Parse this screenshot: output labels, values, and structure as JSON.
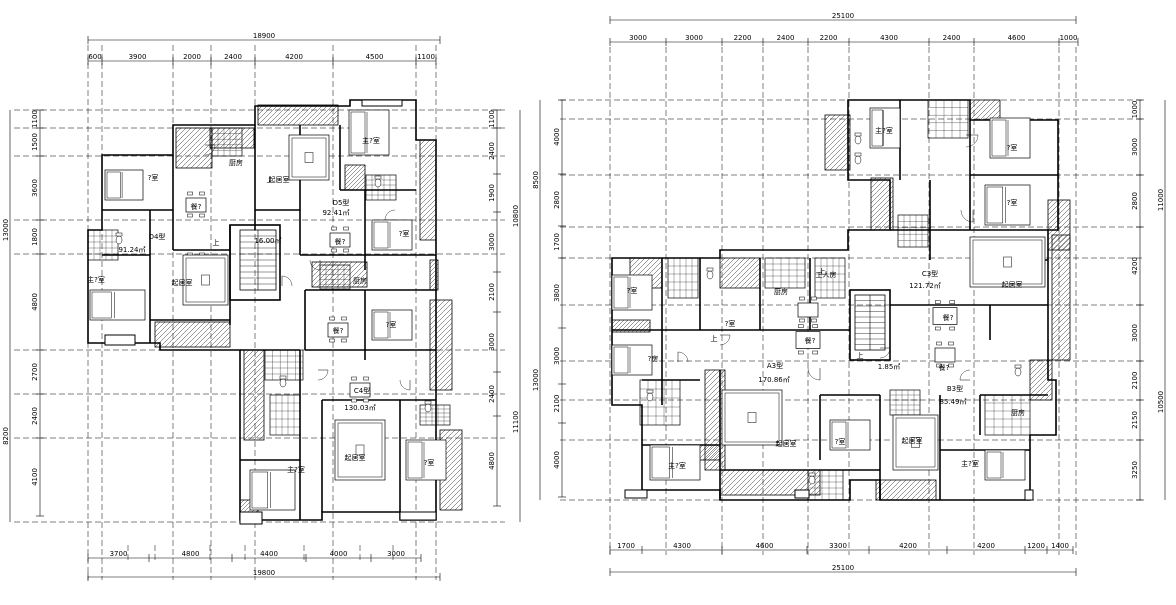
{
  "drawing": {
    "plan_left": {
      "total_top": "18900",
      "total_bottom": "19800",
      "top_segments": [
        "600",
        "3900",
        "2000",
        "2400",
        "4200",
        "4500",
        "1100"
      ],
      "bottom_segments": [
        "3700",
        "4800",
        "4400",
        "4000",
        "3000"
      ],
      "left_total_upper": "13000",
      "left_total_lower": "8200",
      "left_segments": [
        "1100",
        "1500",
        "3600",
        "1800",
        "4800",
        "2700",
        "2400",
        "4100"
      ],
      "right_total_upper": "10800",
      "right_total_lower": "11100",
      "right_segments": [
        "1100",
        "2400",
        "1900",
        "3000",
        "2100",
        "3000",
        "2400",
        "4800"
      ],
      "rooms": [
        {
          "id": "d4-master",
          "label": "主?室"
        },
        {
          "id": "d4-bed",
          "label": "?室"
        },
        {
          "id": "d4-dining",
          "label": "餐?"
        },
        {
          "id": "d4-kitchen",
          "label": "厨房"
        },
        {
          "id": "d4-living",
          "label": "起居室"
        },
        {
          "id": "d4-type",
          "label": "D4型"
        },
        {
          "id": "d4-area",
          "label": "91.24㎡"
        },
        {
          "id": "core-area",
          "label": "16.00㎡"
        },
        {
          "id": "d5-master",
          "label": "主?室"
        },
        {
          "id": "d5-living",
          "label": "起居室"
        },
        {
          "id": "d5-type",
          "label": "D5型"
        },
        {
          "id": "d5-area",
          "label": "92.41㎡"
        },
        {
          "id": "d5-bed",
          "label": "?室"
        },
        {
          "id": "d5-dining",
          "label": "餐?"
        },
        {
          "id": "c4-kitchen",
          "label": "厨房"
        },
        {
          "id": "c4-dining",
          "label": "餐?"
        },
        {
          "id": "c4-bed1",
          "label": "?室"
        },
        {
          "id": "c4-type",
          "label": "C4型"
        },
        {
          "id": "c4-area",
          "label": "130.03㎡"
        },
        {
          "id": "c4-living",
          "label": "起居室"
        },
        {
          "id": "c4-bed2",
          "label": "?室"
        },
        {
          "id": "c4-master",
          "label": "主?室"
        }
      ]
    },
    "plan_right": {
      "total_top": "25100",
      "total_bottom": "25100",
      "top_segments": [
        "3000",
        "3000",
        "2200",
        "2400",
        "2200",
        "4300",
        "2400",
        "4600",
        "1000"
      ],
      "bottom_segments": [
        "1700",
        "4300",
        "4600",
        "3300",
        "4200",
        "4200",
        "1200",
        "1400"
      ],
      "left_total_upper": "8500",
      "left_total_lower": "13000",
      "left_segments": [
        "4000",
        "2800",
        "1700",
        "3800",
        "3000",
        "2100",
        "4000"
      ],
      "right_total_upper": "11000",
      "right_total_lower": "10500",
      "right_segments": [
        "1000",
        "3000",
        "2800",
        "4200",
        "3000",
        "2100",
        "2150",
        "3250"
      ],
      "rooms": [
        {
          "id": "c3-master",
          "label": "主?室"
        },
        {
          "id": "c3-bed1",
          "label": "?室"
        },
        {
          "id": "c3-bed2",
          "label": "?室"
        },
        {
          "id": "c3-type",
          "label": "C3型"
        },
        {
          "id": "c3-area",
          "label": "121.72㎡"
        },
        {
          "id": "c3-living",
          "label": "起居室"
        },
        {
          "id": "c3-dining",
          "label": "餐?"
        },
        {
          "id": "a3-bed1",
          "label": "?室"
        },
        {
          "id": "a3-study",
          "label": "?房"
        },
        {
          "id": "a3-kitchen",
          "label": "厨房"
        },
        {
          "id": "a3-servant",
          "label": "工人房"
        },
        {
          "id": "a3-bed2",
          "label": "?室"
        },
        {
          "id": "a3-dining",
          "label": "餐?"
        },
        {
          "id": "a3-type",
          "label": "A3型"
        },
        {
          "id": "a3-area",
          "label": "170.86㎡"
        },
        {
          "id": "a3-living",
          "label": "起居室"
        },
        {
          "id": "a3-bed3",
          "label": "?室"
        },
        {
          "id": "a3-master",
          "label": "主?室"
        },
        {
          "id": "core-area",
          "label": "1.85㎡"
        },
        {
          "id": "b3-dining",
          "label": "餐?"
        },
        {
          "id": "b3-type",
          "label": "B3型"
        },
        {
          "id": "b3-area",
          "label": "85.49㎡"
        },
        {
          "id": "b3-kitchen",
          "label": "厨房"
        },
        {
          "id": "b3-living",
          "label": "起居室"
        },
        {
          "id": "b3-master",
          "label": "主?室"
        }
      ]
    }
  }
}
